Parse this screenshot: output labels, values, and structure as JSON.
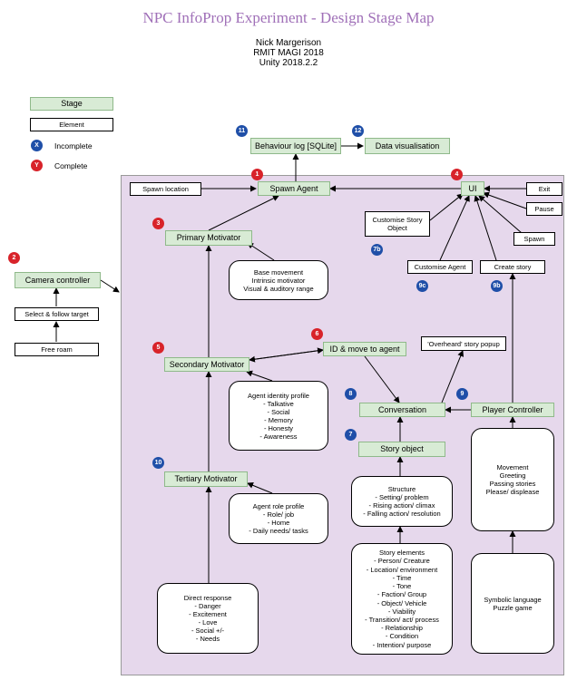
{
  "title": "NPC InfoProp Experiment - Design Stage Map",
  "author": "Nick Margerison",
  "org": "RMIT MAGI 2018",
  "engine": "Unity 2018.2.2",
  "legend": {
    "stage": "Stage",
    "element": "Element",
    "incomplete_mark": "X",
    "incomplete": "Incomplete",
    "complete_mark": "Y",
    "complete": "Complete"
  },
  "colors": {
    "stage_fill": "#d8ebd5",
    "panel_fill": "#e6d8ec",
    "complete": "#d8232a",
    "incomplete": "#1f4fa8",
    "title": "#a070b8"
  },
  "stages": {
    "behaviour_log": "Behaviour log [SQLite]",
    "data_vis": "Data visualisation",
    "spawn_agent": "Spawn Agent",
    "ui": "UI",
    "primary": "Primary Motivator",
    "camera": "Camera controller",
    "secondary": "Secondary Motivator",
    "id_move": "ID & move to agent",
    "conversation": "Conversation",
    "player": "Player Controller",
    "story_object": "Story object",
    "tertiary": "Tertiary Motivator"
  },
  "elements": {
    "spawn_location": "Spawn location",
    "exit": "Exit",
    "pause": "Pause",
    "spawn": "Spawn",
    "customise_story_object": [
      "Customise Story",
      "Object"
    ],
    "customise_agent": "Customise Agent",
    "create_story": "Create story",
    "select_follow": "Select & follow target",
    "free_roam": "Free roam",
    "overheard": "'Overheard' story popup",
    "primary_detail": [
      "Base movement",
      "Intrinsic motivator",
      "Visual & auditory range"
    ],
    "identity_profile": [
      "Agent identity profile",
      "- Talkative",
      "- Social",
      "- Memory",
      "- Honesty",
      "- Awareness"
    ],
    "structure": [
      "Structure",
      "- Setting/ problem",
      "- Rising action/ climax",
      "- Falling action/ resolution"
    ],
    "player_actions": [
      "Movement",
      "Greeting",
      "Passing stories",
      "Please/ displease"
    ],
    "role_profile": [
      "Agent role profile",
      "- Role/ job",
      "- Home",
      "- Daily needs/ tasks"
    ],
    "story_elements": [
      "Story elements",
      "- Person/ Creature",
      "- Location/ environment",
      "- Time",
      "- Tone",
      "- Faction/ Group",
      "- Object/ Vehicle",
      "- Viability",
      "- Transition/ act/ process",
      "- Relationship",
      "- Condition",
      "- Intention/ purpose"
    ],
    "direct_response": [
      "Direct response",
      "- Danger",
      "- Excitement",
      "- Love",
      "- Social +/-",
      "- Needs"
    ],
    "symbolic": [
      "Symbolic language",
      "Puzzle game"
    ]
  },
  "badges": {
    "b1": "1",
    "b2": "2",
    "b3": "3",
    "b4": "4",
    "b5": "5",
    "b6": "6",
    "b7": "7",
    "b7b": "7b",
    "b8": "8",
    "b9": "9",
    "b9b": "9b",
    "b9c": "9c",
    "b10": "10",
    "b11": "11",
    "b12": "12"
  }
}
